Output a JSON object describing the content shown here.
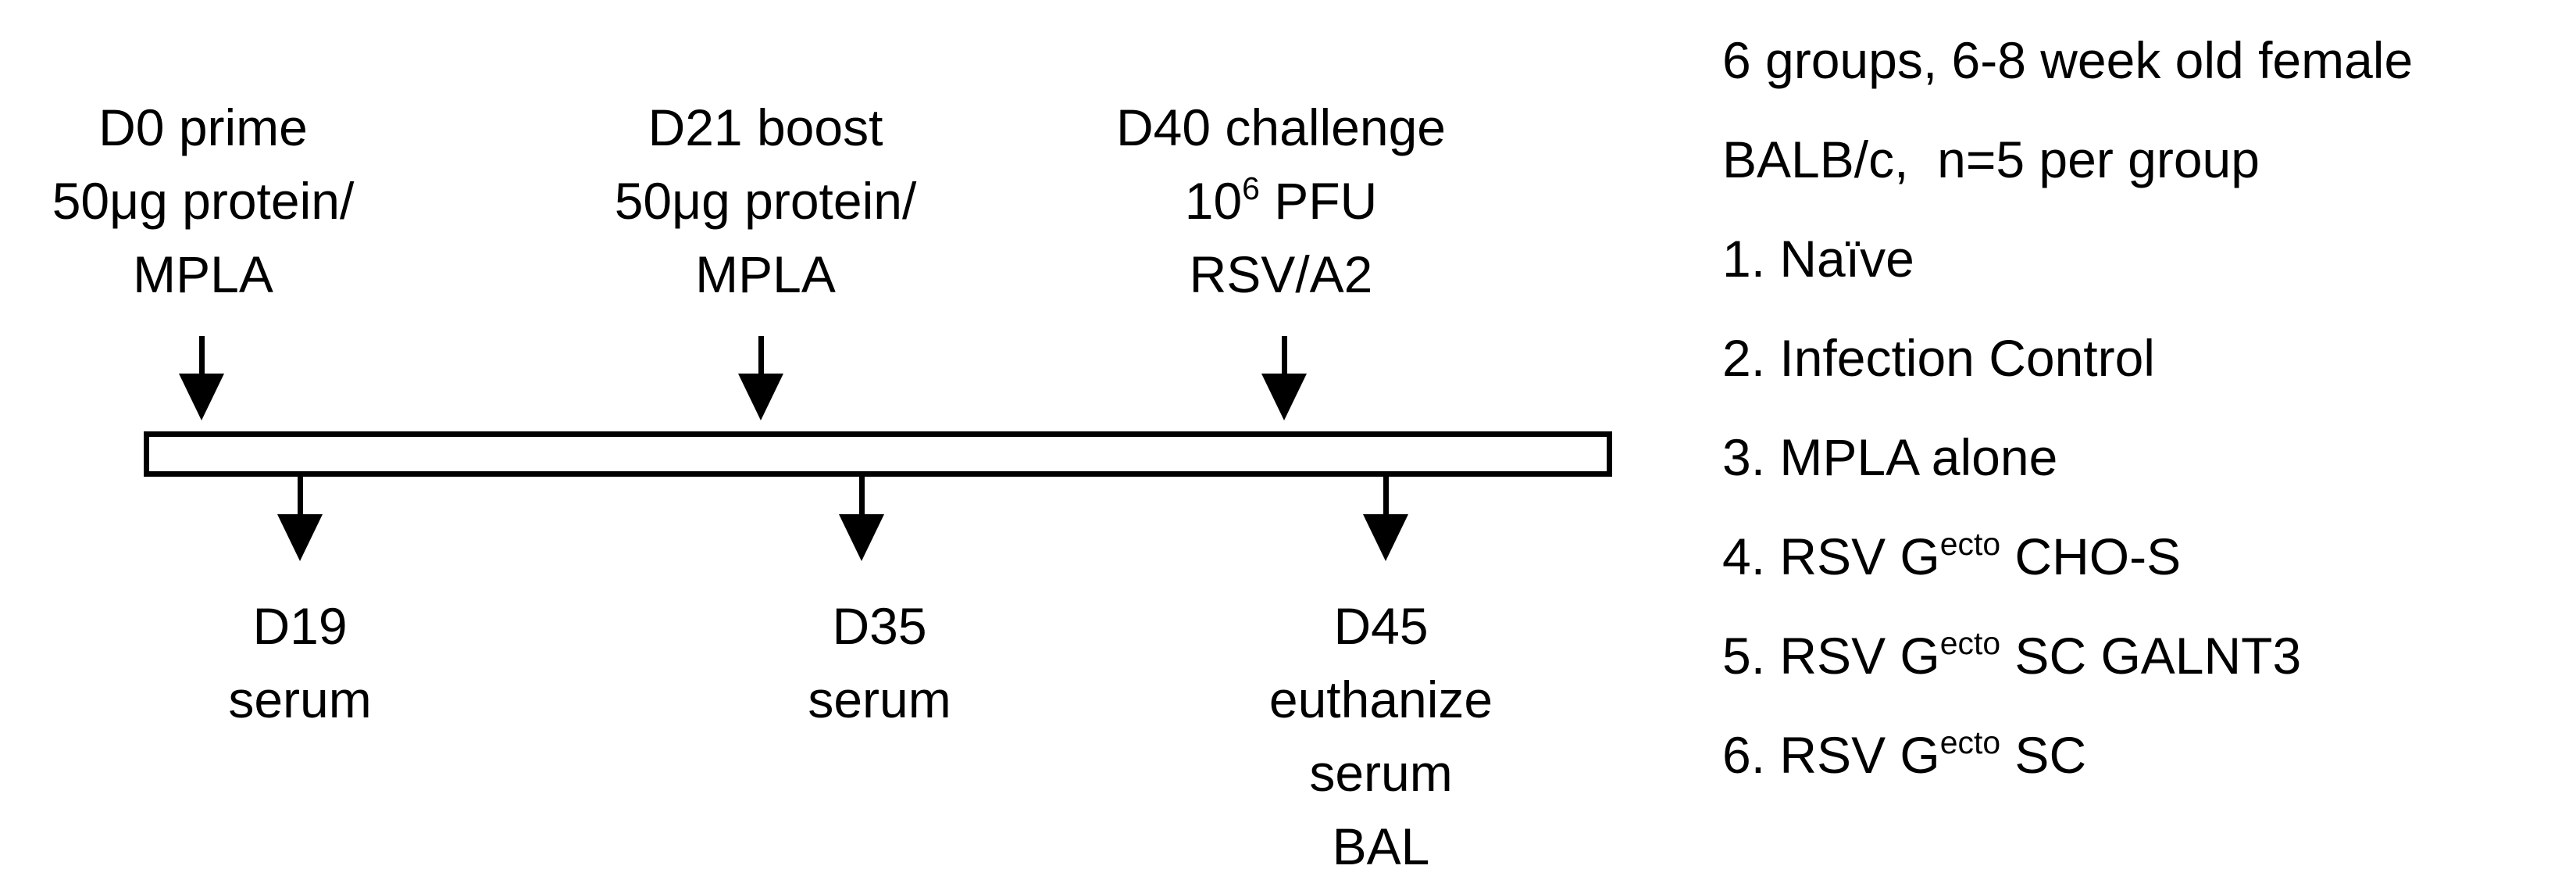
{
  "timeline": {
    "top_events": [
      {
        "day": "D0 prime",
        "lines": [
          "50μg protein/",
          "MPLA"
        ]
      },
      {
        "day": "D21 boost",
        "lines": [
          "50μg protein/",
          "MPLA"
        ]
      },
      {
        "day": "D40 challenge",
        "dose_base": "10",
        "dose_exp": "6",
        "dose_unit": " PFU",
        "virus": "RSV/A2"
      }
    ],
    "bottom_events": [
      {
        "day": "D19",
        "lines": [
          "serum"
        ]
      },
      {
        "day": "D35",
        "lines": [
          "serum"
        ]
      },
      {
        "day": "D45",
        "lines": [
          "euthanize",
          "serum",
          "BAL"
        ]
      }
    ]
  },
  "study_info": {
    "line1": "6 groups, 6-8 week old female",
    "line2": "BALB/c,  n=5 per group"
  },
  "groups": [
    {
      "text": "1. Naïve"
    },
    {
      "text": "2. Infection Control"
    },
    {
      "text": "3. MPLA alone"
    },
    {
      "pre": "4. RSV G",
      "sup": "ecto",
      "post": " CHO-S"
    },
    {
      "pre": "5. RSV G",
      "sup": "ecto",
      "post": " SC GALNT3"
    },
    {
      "pre": "6. RSV G",
      "sup": "ecto",
      "post": " SC"
    }
  ]
}
